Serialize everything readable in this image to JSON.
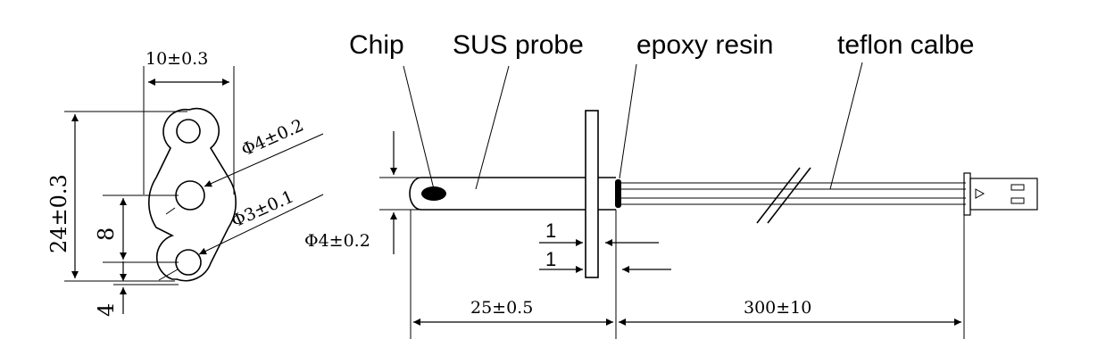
{
  "labels": {
    "chip": "Chip",
    "sus_probe": "SUS probe",
    "epoxy_resin": "epoxy resin",
    "teflon_cable": "teflon calbe"
  },
  "flange": {
    "width": "10±0.3",
    "height": "24±0.3",
    "hole_spacing": "8",
    "bottom_offset": "4",
    "large_hole": "Φ4±0.2",
    "small_hole": "Φ3±0.1"
  },
  "probe": {
    "diameter": "Φ4±0.2",
    "plate_offset_1": "1",
    "plate_offset_2": "1",
    "probe_length": "25±0.5",
    "cable_length": "300±10"
  }
}
